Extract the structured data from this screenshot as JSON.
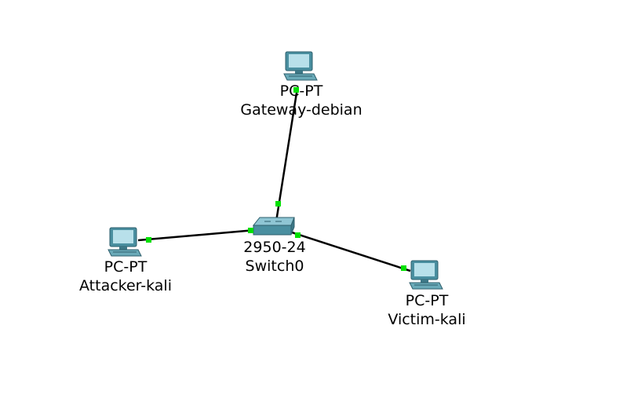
{
  "devices": [
    {
      "id": "gateway",
      "model": "PC-PT",
      "name": "Gateway-debian",
      "icon": "pc-icon"
    },
    {
      "id": "switch",
      "model": "2950-24",
      "name": "Switch0",
      "icon": "switch-icon"
    },
    {
      "id": "attacker",
      "model": "PC-PT",
      "name": "Attacker-kali",
      "icon": "pc-icon"
    },
    {
      "id": "victim",
      "model": "PC-PT",
      "name": "Victim-kali",
      "icon": "pc-icon"
    }
  ],
  "links": [
    {
      "from": "switch",
      "to": "gateway",
      "status": "up"
    },
    {
      "from": "switch",
      "to": "attacker",
      "status": "up"
    },
    {
      "from": "switch",
      "to": "victim",
      "status": "up"
    }
  ],
  "colors": {
    "link": "#000000",
    "link_up": "#00e000",
    "device_teal": "#4a8fa0",
    "device_light": "#a8d4de"
  }
}
